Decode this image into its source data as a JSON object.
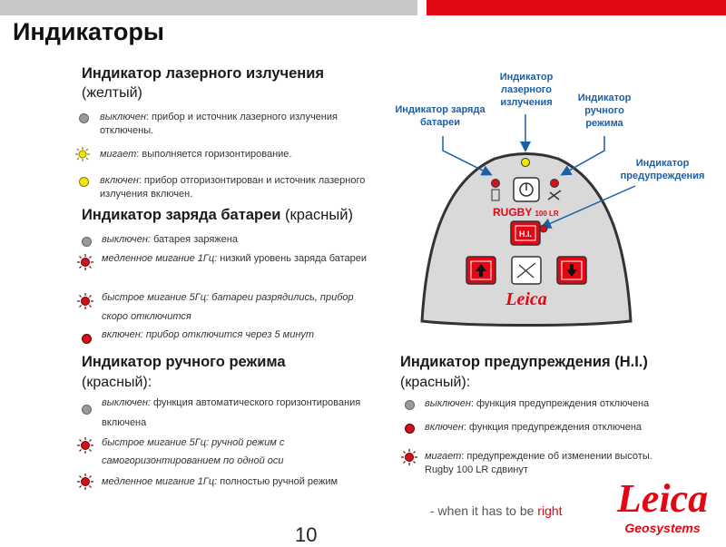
{
  "header": {
    "title": "Индикаторы"
  },
  "laser": {
    "heading": "Индикатор лазерного излучения",
    "sub": "(желтый)",
    "items": [
      {
        "state": "выключен",
        "text": ": прибор и источник лазерного излучения отключены."
      },
      {
        "state": "мигает",
        "text": ":  выполняется горизонтирование."
      },
      {
        "state": "включен",
        "text": ": прибор отгоризонтирован и источник лазерного излучения включен."
      }
    ]
  },
  "battery": {
    "heading": "Индикатор заряда батареи",
    "color": "(красный)",
    "items": [
      {
        "state": "выключен:",
        "text": " батарея заряжена"
      },
      {
        "state": "медленное мигание 1Гц:",
        "text": " низкий уровень заряда батареи"
      },
      {
        "text": "быстрое мигание 5Гц: батареи разрядились, прибор скоро отключится"
      },
      {
        "text": "включен: прибор отключится через 5 минут"
      }
    ]
  },
  "manual": {
    "heading": "Индикатор ручного режима",
    "sub": "(красный):",
    "items": [
      {
        "state": "выключен:",
        "text": " функция автоматического горизонтирования включена"
      },
      {
        "text": "быстрое мигание 5Гц: ручной режим с самогоризонтированием по одной оси"
      },
      {
        "state": "медленное мигание 1Гц:",
        "text": " полностью ручной режим"
      }
    ]
  },
  "warning": {
    "heading": "Индикатор предупреждения (H.I.)",
    "sub": "(красный):",
    "items": [
      {
        "state": "выключен",
        "text": ": функция предупреждения отключена"
      },
      {
        "state": "включен",
        "text": ": функция предупреждения отключена"
      },
      {
        "state": "мигает",
        "text": ": предупреждение об изменении высоты. Rugby 100 LR сдвинут"
      }
    ]
  },
  "diagram": {
    "label_laser": "Индикатор лазерного излучения",
    "label_battery": "Индикатор заряда батареи",
    "label_manual": "Индикатор ручного режима",
    "label_warning": "Индикатор предупреждения",
    "model": "RUGBY",
    "model_sub": "100 LR",
    "hi_button": "H.I.",
    "brand_panel": "Leica"
  },
  "footer": {
    "tagline_prefix": "- when it has to be ",
    "tagline_accent": "right",
    "logo": "Leica",
    "logo_sub": "Geosystems",
    "page_number": "10"
  },
  "colors": {
    "accent": "#e30613",
    "label_blue": "#1a5fa8",
    "panel_grey": "#d9d9d9"
  }
}
